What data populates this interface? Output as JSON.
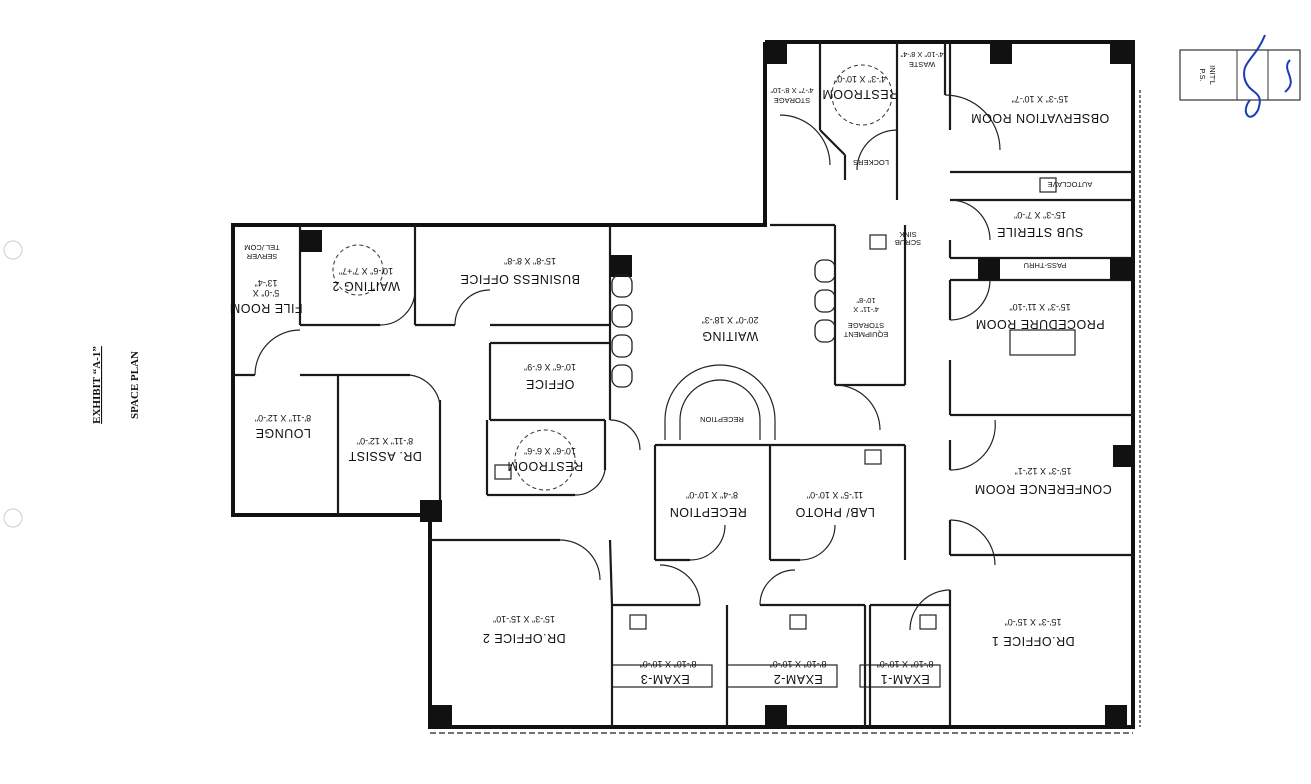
{
  "document": {
    "exhibit": "EXHIBIT “A-1”",
    "title": "SPACE PLAN"
  },
  "stamp": {
    "label_line1": "P.S.",
    "label_line2": "INIT'L",
    "signature_color": "#1a3db3"
  },
  "orientation": "plan drawn rotated 180 degrees (text upside down)",
  "rooms": {
    "observation": {
      "name": "OBSERVATION ROOM",
      "dims": "15'-3\" X 10'-7\""
    },
    "restroom_top": {
      "name": "RESTROOM",
      "dims": "4'-3\" X 10'-0\""
    },
    "storage": {
      "name": "STORAGE",
      "dims": "4'-7\" X 8'-10\""
    },
    "waste": {
      "name": "WASTE",
      "dims": "4'-10\" X 8'-4\""
    },
    "lockers": {
      "name": "LOCKERS"
    },
    "autoclave": {
      "name": "AUTOCLAVE"
    },
    "sub_sterile": {
      "name": "SUB STERILE",
      "dims": "15'-3\" X 7'-0\""
    },
    "pass_thru": {
      "name": "PASS-THRU"
    },
    "scrub_sink": {
      "name_line1": "SCRUB",
      "name_line2": "SINK"
    },
    "procedure": {
      "name": "PROCEDURE ROOM",
      "dims": "15'-3\" X 11'-10\""
    },
    "equipment_storage": {
      "name_line1": "EQUIPMENT",
      "name_line2": "STORAGE",
      "dims_line1": "4'-11\" X",
      "dims_line2": "10'-8\""
    },
    "waiting": {
      "name": "WAITING",
      "dims": "20'-0\" X 18'-3\""
    },
    "reception_desk": {
      "name": "RECEPTION"
    },
    "business_office": {
      "name": "BUSINESS OFFICE",
      "dims": "15'-8\" X 8'-8\""
    },
    "waiting_2": {
      "name": "WAITING 2",
      "dims": "10'-6\" X 7'+7\""
    },
    "file_room": {
      "name": "FILE ROOM",
      "dims_line1": "5'-0\" X",
      "dims_line2": "13'-4\"",
      "sub_line1": "SERVER",
      "sub_line2": "TEL./COM"
    },
    "office": {
      "name": "OFFICE",
      "dims": "10'-6\" X 6'-9\""
    },
    "restroom": {
      "name": "RESTROOM",
      "dims": "10'-6\" X 6'-6\""
    },
    "lounge": {
      "name": "LOUNGE",
      "dims": "8'-11\" X 12'-0\""
    },
    "dr_assist": {
      "name": "DR. ASSIST",
      "dims": "8'-11\" X 12'-0\""
    },
    "reception": {
      "name": "RECEPTION",
      "dims": "8'-4\" X 10'-0\""
    },
    "lab_photo": {
      "name": "LAB/ PHOTO",
      "dims": "11'-5\" X 10'-0\""
    },
    "conference": {
      "name": "CONFERENCE ROOM",
      "dims": "15'-3\" X 12'-1\""
    },
    "dr_office_2": {
      "name": "DR.OFFICE 2",
      "dims": "15'-3\" X 15'-10\""
    },
    "dr_office_1": {
      "name": "DR.OFFICE 1",
      "dims": "15'-3\" X 15'-0\""
    },
    "exam_3": {
      "name": "EXAM-3",
      "dims": "8'-10\" X 10'-0\""
    },
    "exam_2": {
      "name": "EXAM-2",
      "dims": "8'-10\" X 10'-0\""
    },
    "exam_1": {
      "name": "EXAM-1",
      "dims": "8'-10\" X 10'-0\""
    }
  }
}
